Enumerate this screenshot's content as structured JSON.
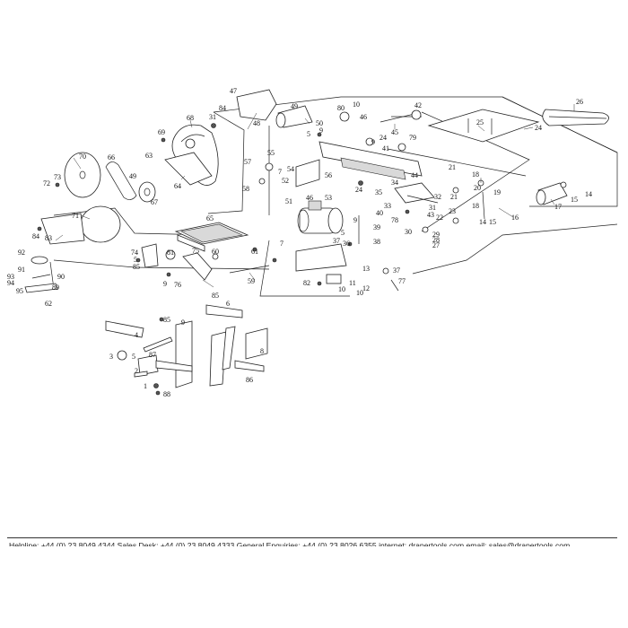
{
  "diagram": {
    "callouts": {
      "1": "1",
      "2": "2",
      "3": "3",
      "4": "4",
      "5": "5",
      "6": "6",
      "7": "7",
      "8": "8",
      "9": "9",
      "10": "10",
      "11": "11",
      "12": "12",
      "13": "13",
      "14": "14",
      "15": "15",
      "16": "16",
      "17": "17",
      "18": "18",
      "19": "19",
      "20": "20",
      "21": "21",
      "22": "22",
      "23": "23",
      "24": "24",
      "25": "25",
      "26": "26",
      "27": "27",
      "28": "28",
      "29": "29",
      "30": "30",
      "31": "31",
      "32": "32",
      "33": "33",
      "34": "34",
      "35": "35",
      "36": "36",
      "37": "37",
      "38": "38",
      "39": "39",
      "40": "40",
      "41": "41",
      "42": "42",
      "43": "43",
      "44": "44",
      "45": "45",
      "46": "46",
      "47": "47",
      "48": "48",
      "49": "49",
      "50": "50",
      "51": "51",
      "52": "52",
      "53": "53",
      "54": "54",
      "55": "55",
      "56": "56",
      "57": "57",
      "58": "58",
      "59": "59",
      "60": "60",
      "61": "61",
      "62": "62",
      "63": "63",
      "64": "64",
      "65": "65",
      "66": "66",
      "67": "67",
      "68": "68",
      "69": "69",
      "70": "70",
      "71": "71",
      "72": "72",
      "73": "73",
      "74": "74",
      "75": "75",
      "76": "76",
      "77": "77",
      "78": "78",
      "79": "79",
      "80": "80",
      "81": "81",
      "82": "82",
      "83": "83",
      "84": "84",
      "85": "85",
      "86": "86",
      "87": "87",
      "88": "88",
      "89": "89",
      "90": "90",
      "91": "91",
      "92": "92",
      "93": "93",
      "94": "94",
      "95": "95"
    }
  },
  "footer": {
    "text": "Helpline: +44 (0) 23 8049 4344   Sales Desk: +44 (0) 23 8049 4333   General Enquiries: +44 (0) 23 8026 6355   internet: drapertools.com   email: sales@drapertools.com"
  }
}
